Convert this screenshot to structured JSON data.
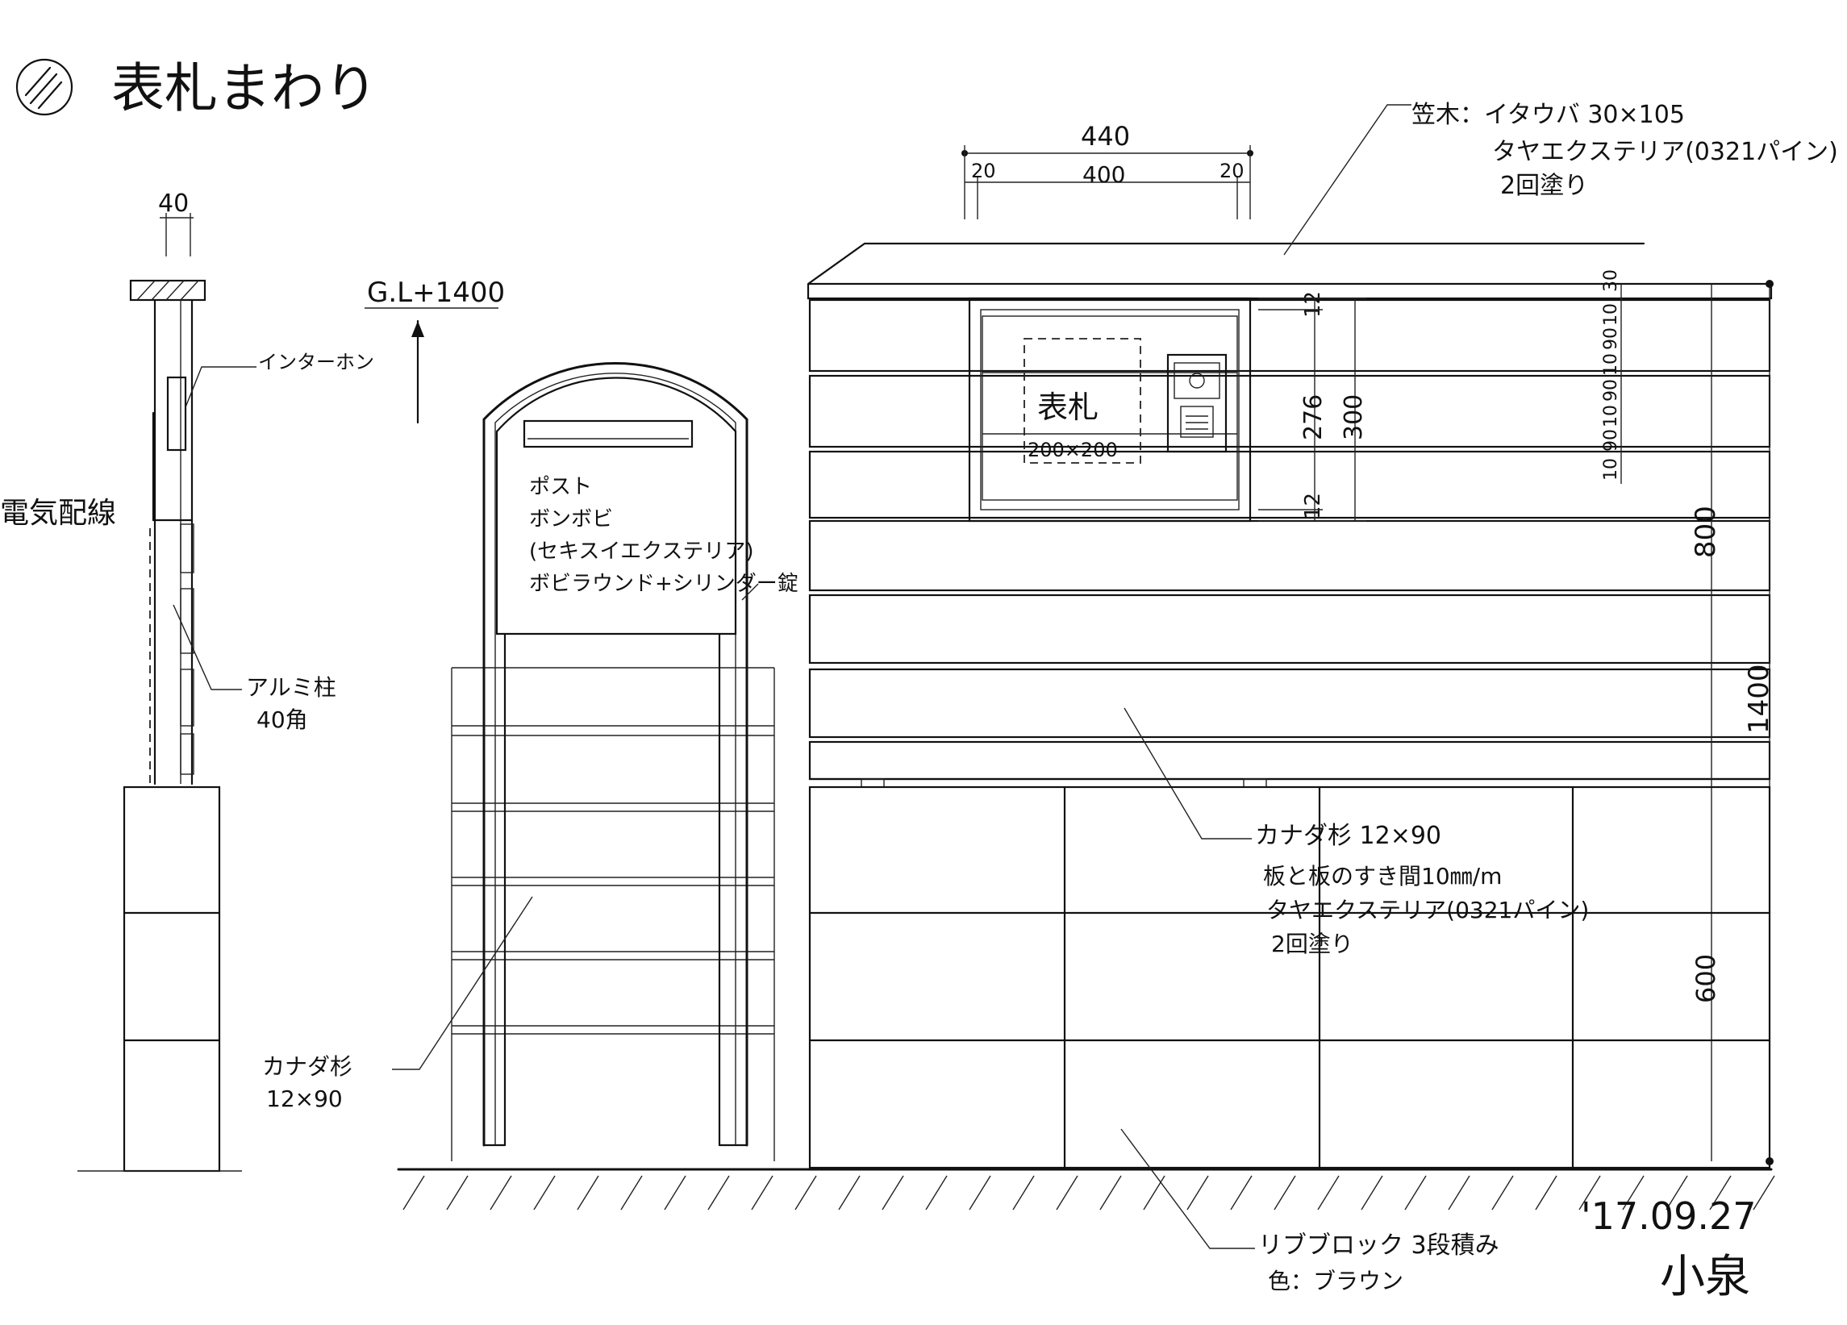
{
  "title": "表札まわり",
  "notes": {
    "intercom": "インターホン",
    "electric_wiring": "電気配線",
    "alu_post_line1": "アルミ柱",
    "alu_post_line2": "40角",
    "gl": "G.L+1400",
    "post_line1": "ポスト",
    "post_line2": "ボンボビ",
    "post_line3": "(セキスイエクステリア)",
    "post_line4": "ボビラウンド+シリンダー錠",
    "cedar_small_line1": "カナダ杉",
    "cedar_small_line2": "12×90",
    "cap_line1": "笠木：イタウバ 30×105",
    "cap_line2": "タヤエクステリア(0321パイン)",
    "cap_line3": "2回塗り",
    "nameplate": "表札",
    "nameplate_size": "200×200",
    "cedar_line1": "カナダ杉 12×90",
    "cedar_line2": "板と板のすき間10㎜/m",
    "cedar_line3": "タヤエクステリア(0321パイン)",
    "cedar_line4": "2回塗り",
    "block_line1": "リブブロック 3段積み",
    "block_line2": "色：ブラウン",
    "date": "'17.09.27",
    "author": "小泉"
  },
  "dimensions": {
    "post_width": "40",
    "cap_total": "440",
    "cap_left": "20",
    "cap_mid": "400",
    "cap_right": "20",
    "frame_top": "12",
    "frame_bottom": "12",
    "frame_inner": "276",
    "frame_outer": "300",
    "d30": "30",
    "d10a": "10",
    "d90a": "90",
    "d10b": "10",
    "d90b": "90",
    "d10c": "10",
    "d90c": "90",
    "d10d": "10",
    "h800": "800",
    "h1400": "1400",
    "h600": "600"
  },
  "colors": {
    "ink": "#111111",
    "paper": "#ffffff"
  }
}
